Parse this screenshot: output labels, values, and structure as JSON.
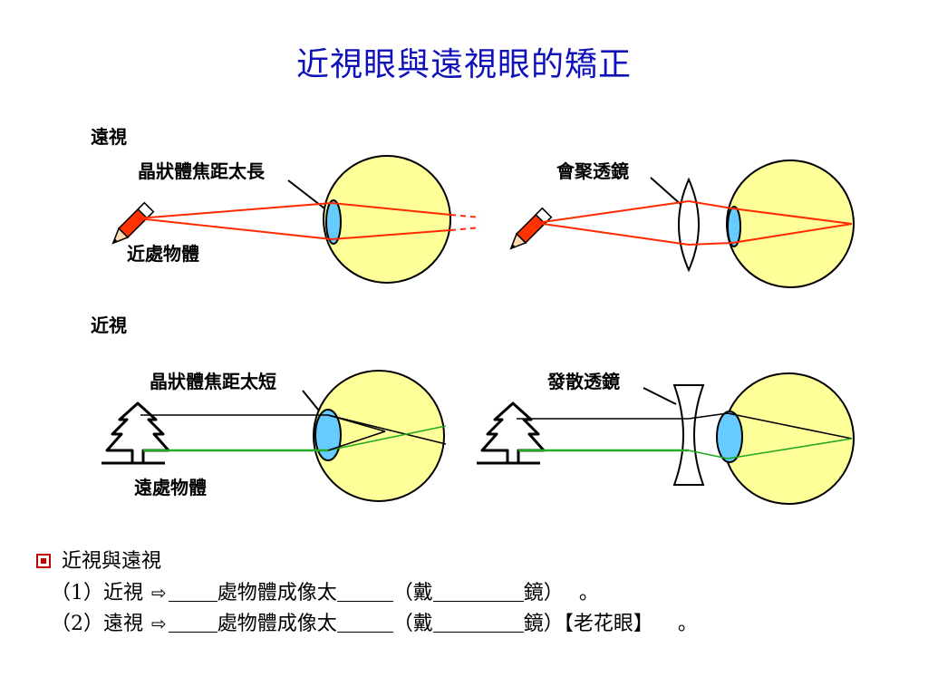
{
  "title": "近視眼與遠視眼的矯正",
  "diagram": {
    "far_heading": "遠視",
    "far_lens_label": "晶狀體焦距太長",
    "far_object_label": "近處物體",
    "converging_lens_label": "會聚透鏡",
    "near_heading": "近視",
    "near_lens_label": "晶狀體焦距太短",
    "near_object_label": "遠處物體",
    "diverging_lens_label": "發散透鏡"
  },
  "colors": {
    "title": "#1010b8",
    "eye": "#ffff99",
    "lens": "#66ccff",
    "ray_red": "#ff2a00",
    "ray_green": "#22aa22",
    "bullet": "#c00000"
  },
  "notes": {
    "heading": "近視與遠視",
    "line1": {
      "num": "（1）近視",
      "arrow": "⇨",
      "t1": "處物體成像太",
      "t2": "（戴",
      "t3": "鏡）",
      "t4": "。"
    },
    "line2": {
      "num": "（2）遠視",
      "arrow": "⇨",
      "t1": "處物體成像太",
      "t2": "（戴",
      "t3": "鏡）",
      "t4": "【老花眼】",
      "t5": "。"
    }
  }
}
